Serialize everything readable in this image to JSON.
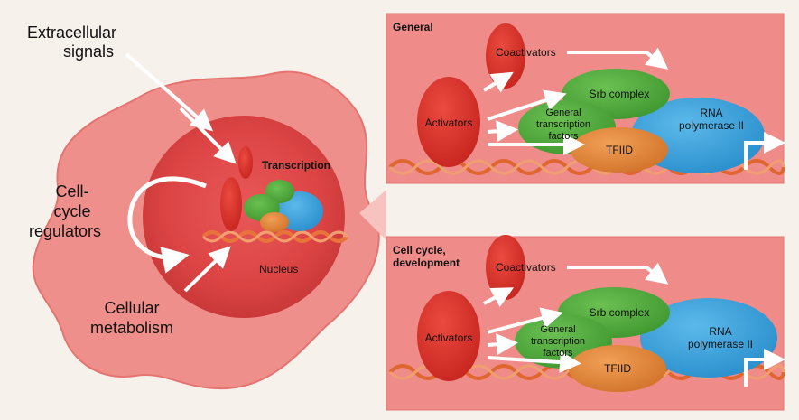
{
  "left": {
    "signals_line1": "Extracellular",
    "signals_line2": "signals",
    "regulators_line1": "Cell-",
    "regulators_line2": "cycle",
    "regulators_line3": "regulators",
    "metabolism_line1": "Cellular",
    "metabolism_line2": "metabolism",
    "transcription": "Transcription",
    "nucleus": "Nucleus"
  },
  "panel_general": {
    "title": "General",
    "coactivators": "Coactivators",
    "activators": "Activators",
    "srb": "Srb complex",
    "gtf_line1": "General",
    "gtf_line2": "transcription",
    "gtf_line3": "factors",
    "rna_line1": "RNA",
    "rna_line2": "polymerase II",
    "tfiid": "TFIID"
  },
  "panel_cycle": {
    "title_line1": "Cell cycle,",
    "title_line2": "development",
    "coactivators": "Coactivators",
    "activators": "Activators",
    "srb": "Srb complex",
    "gtf_line1": "General",
    "gtf_line2": "transcription",
    "gtf_line3": "factors",
    "rna_line1": "RNA",
    "rna_line2": "polymerase II",
    "tfiid": "TFIID"
  },
  "colors": {
    "activator_red": "#d9302a",
    "srb_green": "#55ad3e",
    "pol_blue": "#3da3de",
    "tfiid_orange": "#e6883c",
    "panel_pink": "#ef8b89",
    "dna_orange": "#e0662f"
  }
}
